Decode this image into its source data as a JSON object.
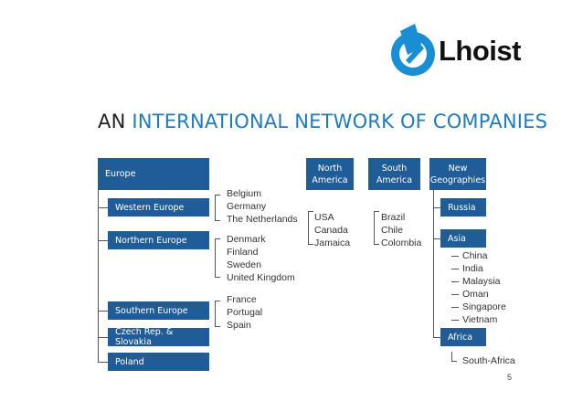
{
  "logo": {
    "text": "Lhoist"
  },
  "title": {
    "part1": "AN",
    "part2": "INTERNATIONAL NETWORK OF COMPANIES"
  },
  "europe": {
    "label": "Europe",
    "regions": [
      {
        "label": "Western Europe",
        "countries": [
          "Belgium",
          "Germany",
          "The Netherlands"
        ]
      },
      {
        "label": "Northern Europe",
        "countries": [
          "Denmark",
          "Finland",
          "Sweden",
          "United Kingdom"
        ]
      },
      {
        "label": "Southern Europe",
        "countries": [
          "France",
          "Portugal",
          "Spain"
        ]
      },
      {
        "label": "Czech Rep. & Slovakia",
        "countries": []
      },
      {
        "label": "Poland",
        "countries": []
      }
    ]
  },
  "north_america": {
    "label_line1": "North",
    "label_line2": "America",
    "countries": [
      "USA",
      "Canada",
      "Jamaica"
    ]
  },
  "south_america": {
    "label_line1": "South",
    "label_line2": "America",
    "countries": [
      "Brazil",
      "Chile",
      "Colombia"
    ]
  },
  "new_geographies": {
    "label_line1": "New",
    "label_line2": "Geographies",
    "regions": [
      {
        "label": "Russia",
        "countries": []
      },
      {
        "label": "Asia",
        "countries": [
          "China",
          "India",
          "Malaysia",
          "Oman",
          "Singapore",
          "Vietnam"
        ]
      },
      {
        "label": "Africa",
        "countries": [
          "South-Africa"
        ]
      }
    ]
  },
  "page_number": "5",
  "colors": {
    "box": "#1f5c98",
    "title_blue": "#1f7bc0",
    "logo_blue": "#1a8ed2",
    "line": "#555555"
  }
}
